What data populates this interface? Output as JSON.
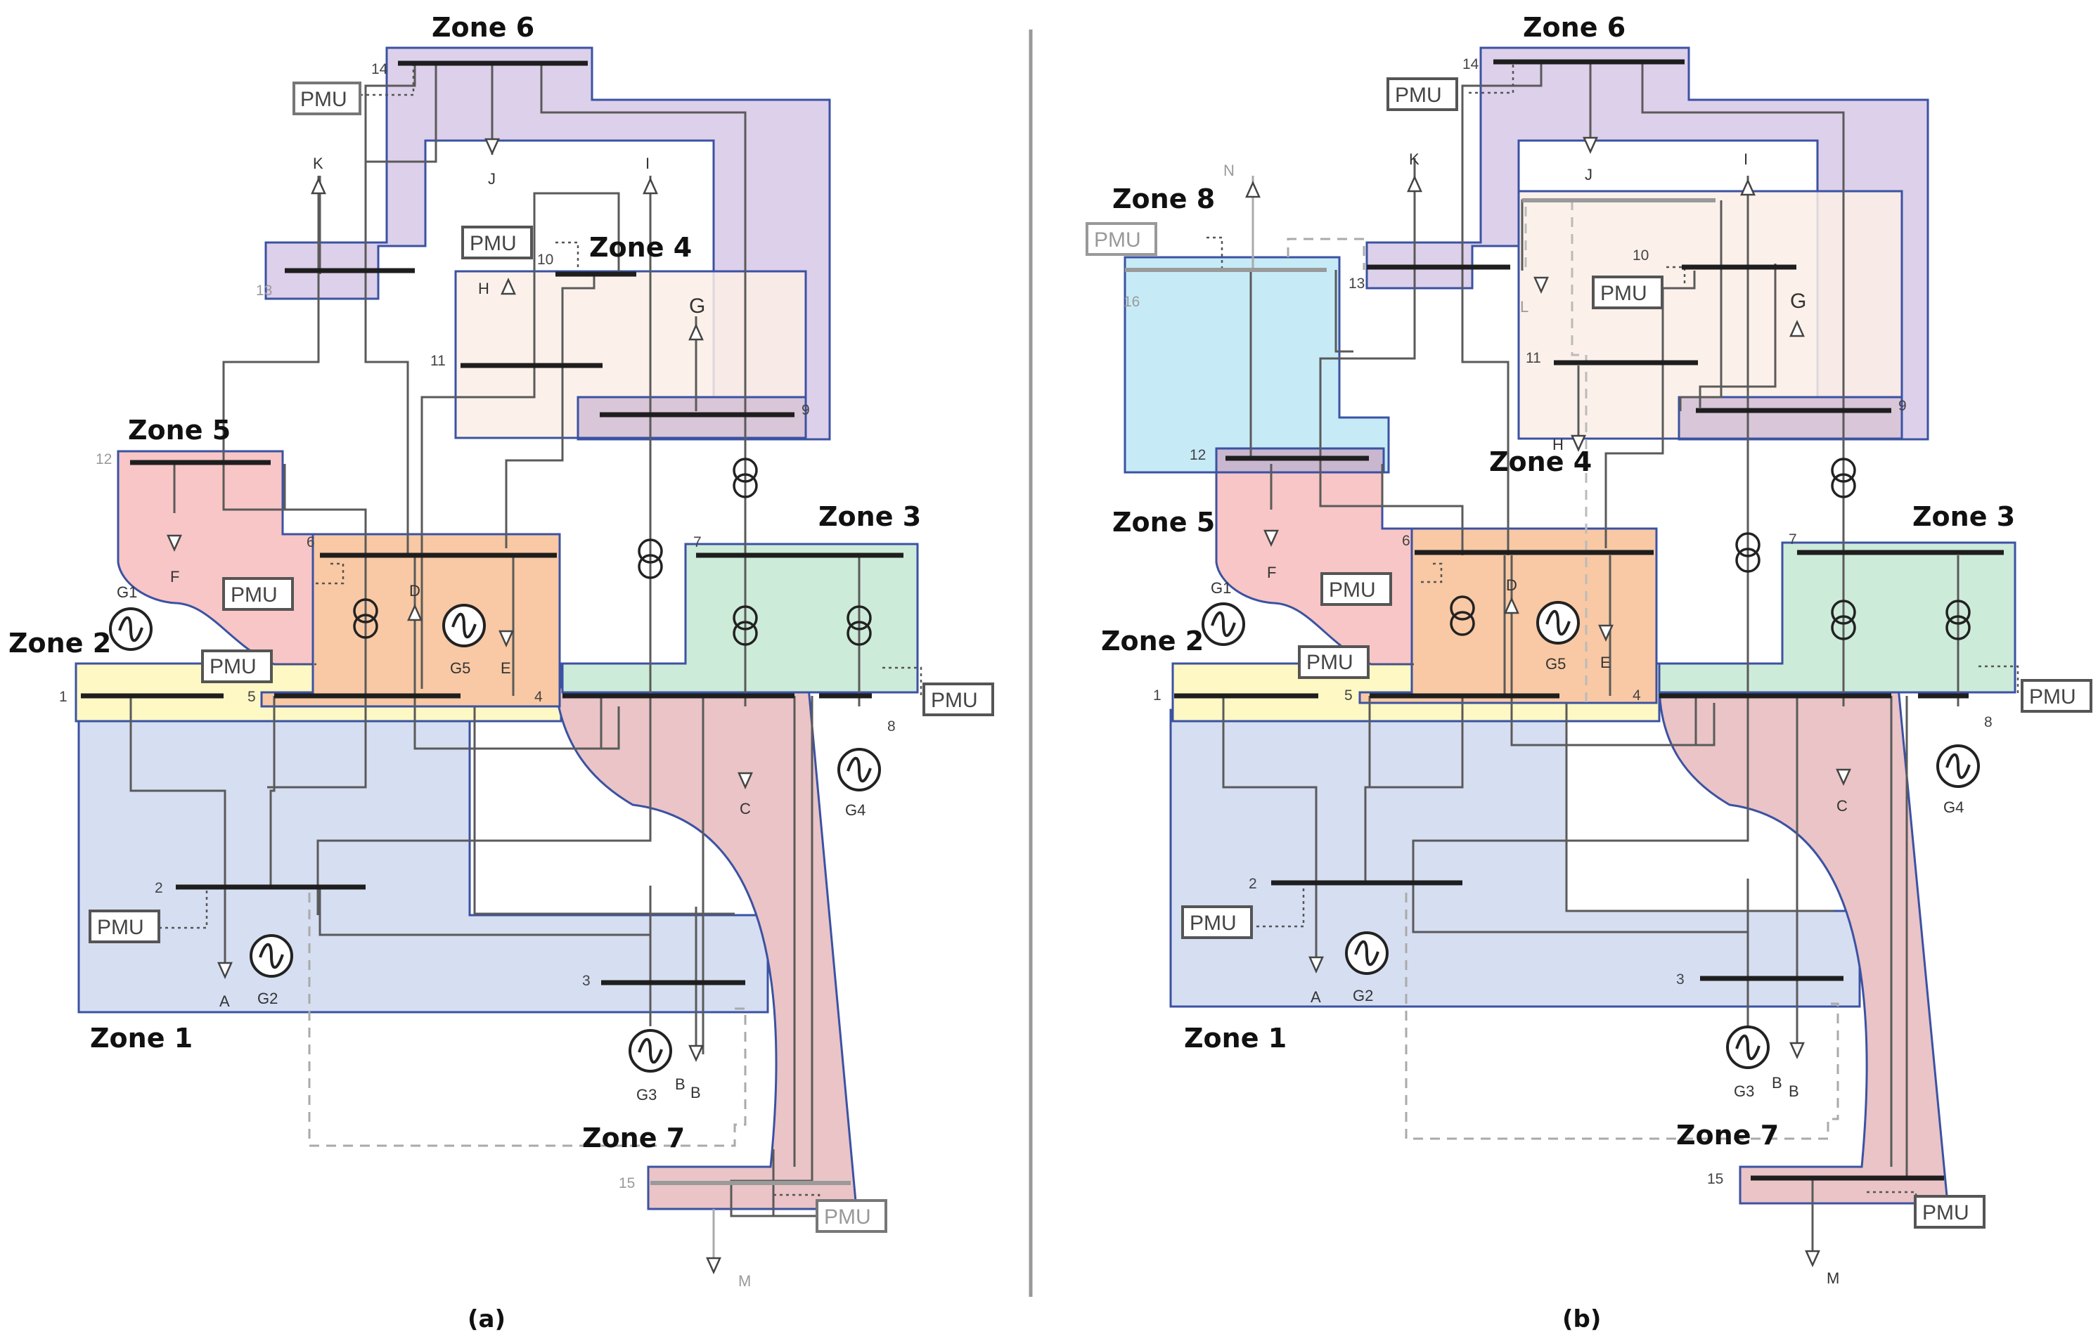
{
  "panel_a": {
    "zones": [
      "Zone 6",
      "Zone 4",
      "Zone 5",
      "Zone 3",
      "Zone 2",
      "Zone 1",
      "Zone 7"
    ],
    "buses": [
      "14",
      "13",
      "10",
      "11",
      "9",
      "12",
      "6",
      "7",
      "1",
      "5",
      "4",
      "8",
      "2",
      "3",
      "15"
    ],
    "loads": [
      "K",
      "J",
      "I",
      "H",
      "G",
      "F",
      "D",
      "E",
      "C",
      "A",
      "B",
      "B",
      "M"
    ],
    "gens": [
      "G1",
      "G5",
      "G4",
      "G2",
      "G3"
    ],
    "pmu": "PMU",
    "caption": "(a)"
  },
  "panel_b": {
    "zones": [
      "Zone 6",
      "Zone 8",
      "Zone 4",
      "Zone 5",
      "Zone 3",
      "Zone 2",
      "Zone 1",
      "Zone 7"
    ],
    "buses": [
      "14",
      "13",
      "16",
      "10",
      "11",
      "9",
      "12",
      "6",
      "7",
      "1",
      "5",
      "4",
      "8",
      "2",
      "3",
      "15"
    ],
    "loads": [
      "N",
      "K",
      "J",
      "I",
      "L",
      "G",
      "H",
      "F",
      "D",
      "E",
      "C",
      "A",
      "B",
      "B",
      "M"
    ],
    "gens": [
      "G1",
      "G5",
      "G4",
      "G2",
      "G3"
    ],
    "pmu": "PMU",
    "caption": "(b)"
  },
  "colors": {
    "zone1": "#d6def2",
    "zone2": "#fdf8c4",
    "zone3": "#cdebd9",
    "zone4": "#fcefe6",
    "zone5": "#f8c6c6",
    "zone6": "#ddd0ea",
    "zone7": "#eac4c6",
    "zone8": "#c6ebf7",
    "zone6_overlay": "#d9c6d8",
    "core": "#f8c9a4",
    "zone_border": "#3b52a3"
  }
}
